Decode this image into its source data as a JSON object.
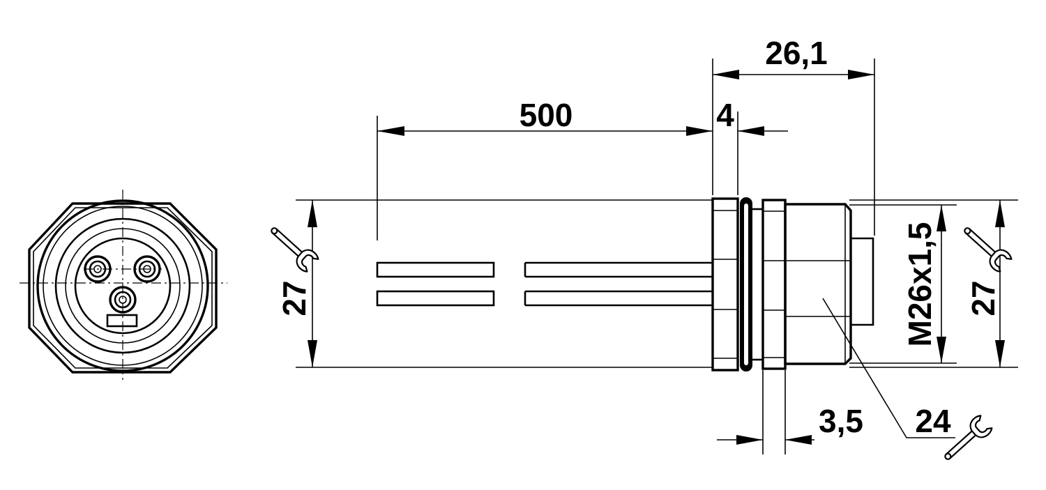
{
  "drawing": {
    "colors": {
      "line": "#000000",
      "background": "#ffffff"
    },
    "dimensions": {
      "length_cable": "500",
      "length_flange": "4",
      "length_body": "26,1",
      "height_left": "27",
      "height_right": "27",
      "thread": "M26x1,5",
      "nut_width": "3,5",
      "wrench_size": "24"
    },
    "icons": {
      "wrench_left": "wrench-icon",
      "wrench_right": "wrench-icon",
      "wrench_bottom": "wrench-icon"
    }
  }
}
